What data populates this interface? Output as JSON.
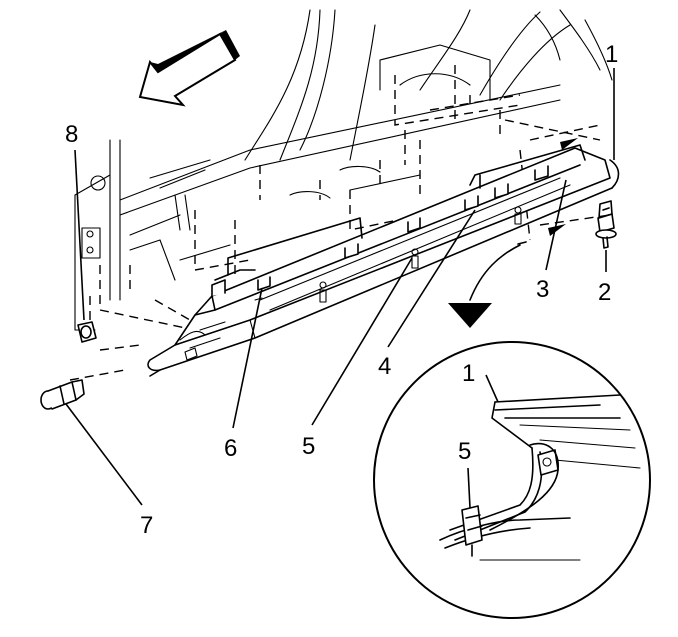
{
  "callouts": {
    "c1_main": "1",
    "c2": "2",
    "c3": "3",
    "c4": "4",
    "c5_main": "5",
    "c6": "6",
    "c7": "7",
    "c8": "8",
    "c1_detail": "1",
    "c5_detail": "5"
  },
  "icons": {
    "direction": "forward-arrow-icon",
    "detail_pointer": "curved-arrow-icon"
  }
}
